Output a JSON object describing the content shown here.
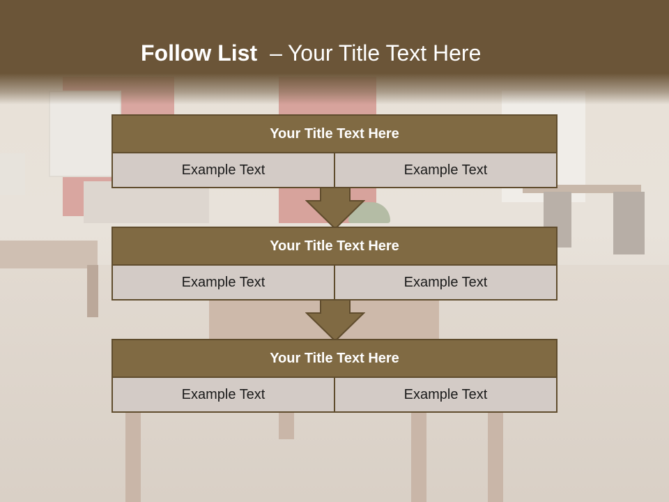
{
  "slide": {
    "title_bold": "Follow List",
    "title_separator": "–",
    "title_rest": "Your Title Text Here"
  },
  "colors": {
    "header_bar": "#6b5538",
    "block_title_fill": "#806a43",
    "block_border": "#5f4c2d",
    "cell_fill": "#d3cbc6"
  },
  "blocks": [
    {
      "title": "Your Title Text Here",
      "cells": [
        "Example Text",
        "Example Text"
      ]
    },
    {
      "title": "Your Title Text Here",
      "cells": [
        "Example Text",
        "Example Text"
      ]
    },
    {
      "title": "Your Title Text Here",
      "cells": [
        "Example Text",
        "Example Text"
      ]
    }
  ],
  "connectors": [
    "down-arrow-icon",
    "down-arrow-icon"
  ]
}
